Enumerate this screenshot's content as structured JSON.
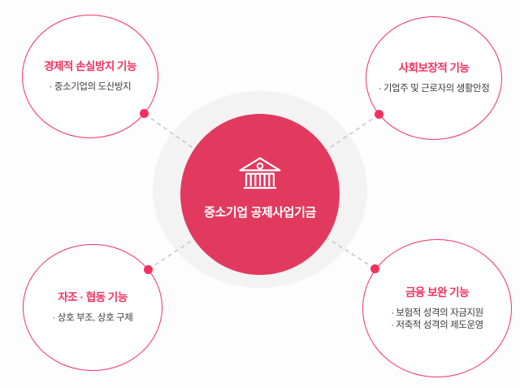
{
  "colors": {
    "accent": "#f2315f",
    "center_fill": "#e23a5e",
    "halo": "#f3f3f4",
    "body_text": "#3a3a3a",
    "connector": "#c7c7c7",
    "background": "#fdfdfd"
  },
  "center": {
    "icon": "bank-icon",
    "label": "중소기업 공제사업기금"
  },
  "nodes": [
    {
      "id": "economic",
      "title": "경제적 손실방지 기능",
      "items": [
        "· 중소기업의 도산방지"
      ]
    },
    {
      "id": "social",
      "title": "사회보장적 기능",
      "items": [
        "· 기업주 및 근로자의 생활안정"
      ]
    },
    {
      "id": "selfhelp",
      "title": "자조 · 협동 기능",
      "items": [
        "· 상호 부조, 상호 구제"
      ]
    },
    {
      "id": "financial",
      "title": "금융 보완 기능",
      "items": [
        "· 보험적 성격의 자금지원",
        "· 저축적 성격의 제도운영"
      ]
    }
  ]
}
